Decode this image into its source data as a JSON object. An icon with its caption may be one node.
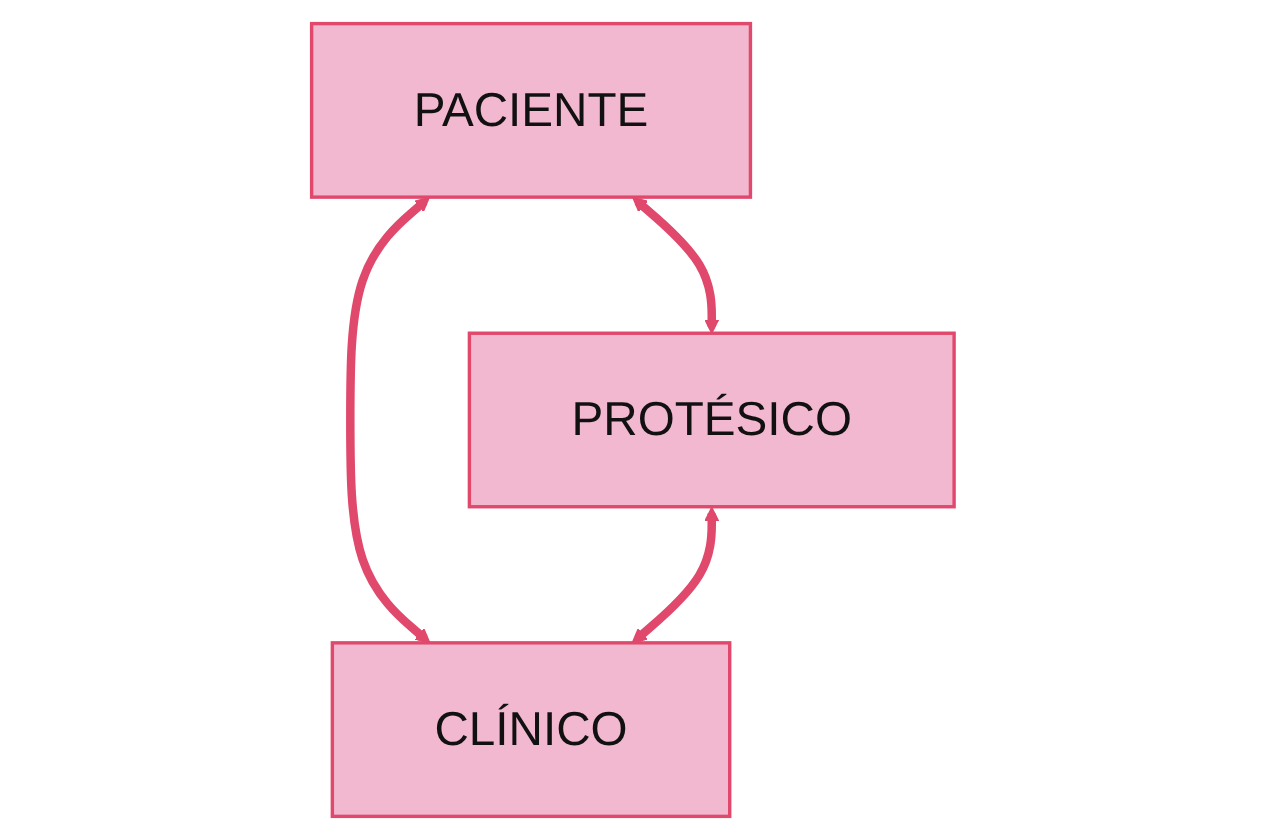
{
  "diagram": {
    "nodes": [
      {
        "text": [
          "PACIENTE"
        ]
      },
      {
        "text": [
          "PROTÉSICO"
        ]
      },
      {
        "text": [
          "CLÍNICO"
        ]
      }
    ],
    "edges": [
      {
        "from": 0,
        "to": 1,
        "arrow": "both"
      },
      {
        "from": 0,
        "to": 2,
        "arrow": "both"
      },
      {
        "from": 1,
        "to": 2,
        "arrow": "both"
      }
    ]
  }
}
